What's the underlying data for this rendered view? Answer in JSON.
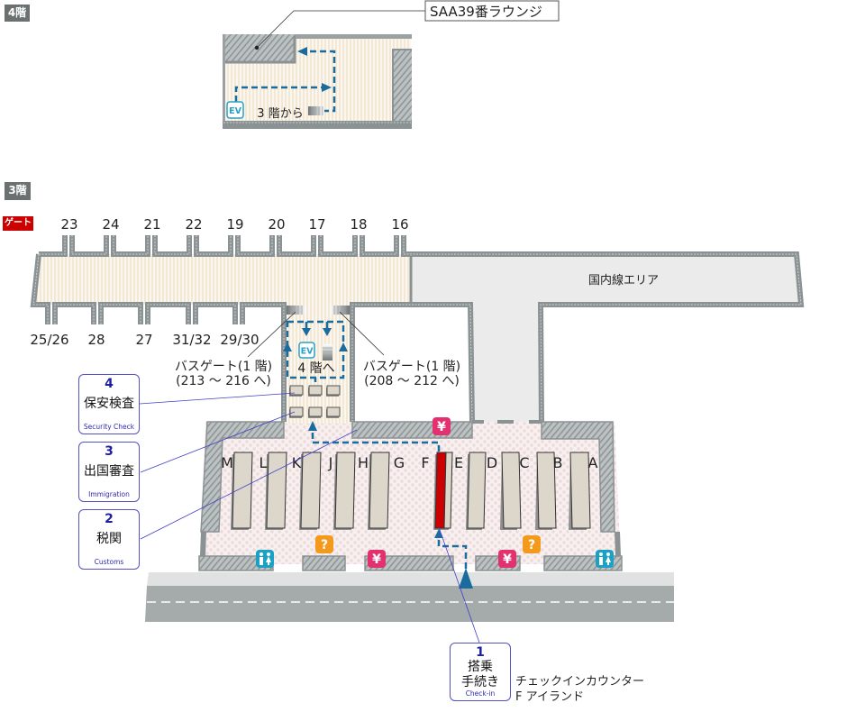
{
  "floor_4": {
    "label": "4階",
    "lounge_label": "SAA39番ラウンジ",
    "ev_label": "EV",
    "from_floor_text": "3 階から"
  },
  "floor_3": {
    "label": "3階",
    "gate_tag": "ゲート",
    "gates_top": [
      "23",
      "24",
      "21",
      "22",
      "19",
      "20",
      "17",
      "18",
      "16"
    ],
    "gates_bottom": [
      "25/26",
      "28",
      "27",
      "31/32",
      "29/30"
    ],
    "domestic_area_label": "国内線エリア",
    "bus_gate_left": {
      "line1": "バスゲート(1 階)",
      "line2": "(213 ～ 216 へ)"
    },
    "bus_gate_right": {
      "line1": "バスゲート(1 階)",
      "line2": "(208 ～ 212 へ)"
    },
    "ev_label": "EV",
    "to_floor_text": "4 階へ",
    "counter_letters": [
      "M",
      "L",
      "K",
      "J",
      "H",
      "G",
      "F",
      "E",
      "D",
      "C",
      "B",
      "A"
    ],
    "highlighted_counter": "F"
  },
  "icon_glyphs": {
    "currency_exchange": "¥",
    "information": "?"
  },
  "steps": [
    {
      "number": "1",
      "title": [
        "搭乗",
        "手続き"
      ],
      "subtitle": "Check-in"
    },
    {
      "number": "2",
      "title": "税関",
      "subtitle": "Customs"
    },
    {
      "number": "3",
      "title": "出国審査",
      "subtitle": "Immigration"
    },
    {
      "number": "4",
      "title": "保安検査",
      "subtitle": "Security Check"
    }
  ],
  "checkin_note": {
    "line1": "チェックインカウンター",
    "line2": "F アイランド"
  },
  "colors": {
    "route_path": "#1a6b9e",
    "highlight_counter": "#cc0000",
    "step_box_border": "#5252c4",
    "step_number": "#1e1ea0",
    "currency_icon": "#e3306f",
    "info_icon": "#f39a1c",
    "restroom_icon": "#1ba0c6",
    "ev_icon": "#2a9fc9",
    "floor_tag": "#6b7070",
    "gate_tag": "#cc0000",
    "domestic_area": "#ebebeb"
  }
}
